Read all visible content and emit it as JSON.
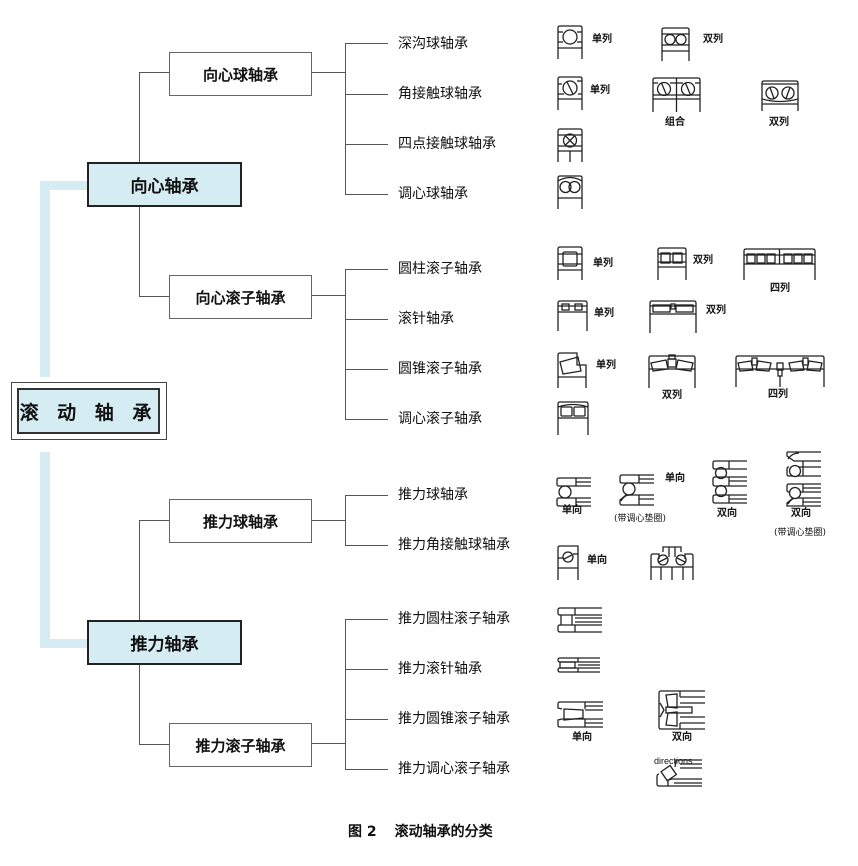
{
  "root": {
    "label": "滚 动 轴 承"
  },
  "categories": [
    {
      "label": "向心轴承",
      "subgroups": [
        {
          "label": "向心球轴承",
          "types": [
            {
              "label": "深沟球轴承",
              "variants": [
                "单列",
                "双列"
              ]
            },
            {
              "label": "角接触球轴承",
              "variants": [
                "单列",
                "组合",
                "双列"
              ]
            },
            {
              "label": "四点接触球轴承",
              "variants": []
            },
            {
              "label": "调心球轴承",
              "variants": []
            }
          ]
        },
        {
          "label": "向心滚子轴承",
          "types": [
            {
              "label": "圆柱滚子轴承",
              "variants": [
                "单列",
                "双列",
                "四列"
              ]
            },
            {
              "label": "滚针轴承",
              "variants": [
                "单列",
                "双列"
              ]
            },
            {
              "label": "圆锥滚子轴承",
              "variants": [
                "单列",
                "双列",
                "四列"
              ]
            },
            {
              "label": "调心滚子轴承",
              "variants": []
            }
          ]
        }
      ]
    },
    {
      "label": "推力轴承",
      "subgroups": [
        {
          "label": "推力球轴承",
          "types": [
            {
              "label": "推力球轴承",
              "variants": [
                "单向",
                "单向",
                "(带调心垫圈)",
                "双向",
                "双向",
                "(带调心垫圈)"
              ]
            },
            {
              "label": "推力角接触球轴承",
              "variants": [
                "单向"
              ]
            }
          ]
        },
        {
          "label": "推力滚子轴承",
          "types": [
            {
              "label": "推力圆柱滚子轴承",
              "variants": []
            },
            {
              "label": "推力滚针轴承",
              "variants": []
            },
            {
              "label": "推力圆锥滚子轴承",
              "variants": [
                "单向",
                "双向"
              ]
            },
            {
              "label": "推力调心滚子轴承",
              "variants": []
            }
          ]
        }
      ]
    }
  ],
  "overlay_text": "directions",
  "caption": {
    "figure": "图 2",
    "title": "滚动轴承的分类"
  },
  "colors": {
    "accent_fill": "#d6ecf3",
    "line": "#555555"
  }
}
